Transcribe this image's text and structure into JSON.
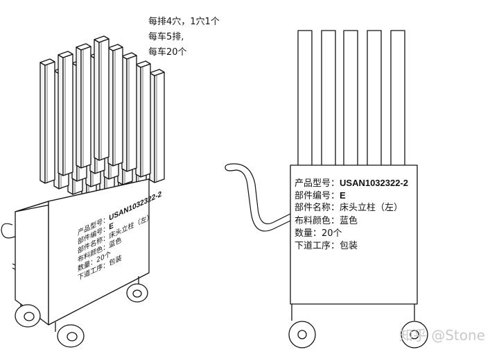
{
  "notes": [
    "每排4穴，1穴1个",
    "每车5排,",
    "每车20个"
  ],
  "label": {
    "model_key": "产品型号：",
    "model_val": "USAN1032322-2",
    "part_no_key": "部件编号：",
    "part_no_val": "E",
    "part_name_key": "部件名称：",
    "part_name_val": "床头立柱（左）",
    "fabric_key": "布料颜色：",
    "fabric_val": "蓝色",
    "qty_key": "数量：",
    "qty_val": "20个",
    "next_key": "下道工序：",
    "next_val": "包装"
  },
  "iso_label": {
    "model_key": "产品型号：",
    "model_val": "USAN1032322-2",
    "part_no_key": "部件编号：",
    "part_no_val": "E",
    "part_name_key": "部件名称：",
    "part_name_val": "床头立柱（左）",
    "fabric_key": "布料颜色：",
    "fabric_val": "蓝色",
    "qty_key": "数量：",
    "qty_val": "20个",
    "next_key": "下道工序：",
    "next_val": "包装"
  },
  "watermark": "知乎 @Stone"
}
